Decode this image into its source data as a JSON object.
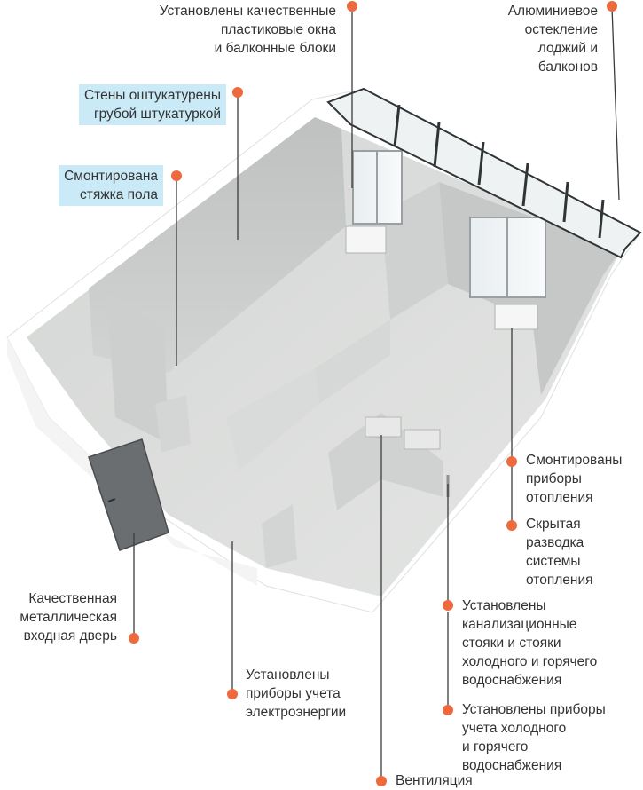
{
  "callouts": {
    "windows": "Установлены качественные\nпластиковые окна\nи балконные блоки",
    "glazing": "Алюминиевое\nостекление\nлоджий и\nбалконов",
    "plaster": "Стены оштукатурены\nгрубой штукатуркой",
    "screed": "Смонтирована\nстяжка пола",
    "radiators": "Смонтированы\nприборы\nотопления",
    "hidden_heating": "Скрытая\nразводка\nсистемы\nотопления",
    "door": "Качественная\nметаллическая\nвходная дверь",
    "sewer": "Установлены\nканализационные\nстояки и стояки\nхолодного и горячего\nводоснабжения",
    "electric_meters": "Установлены\nприборы учета\nэлектроэнергии",
    "water_meters": "Установлены приборы\nучета холодного\nи горячего\nводоснабжения",
    "ventilation": "Вентиляция"
  },
  "colors": {
    "accent_dot": "#ec6a3e",
    "highlight_bg": "#c9eaf6",
    "leader_line": "#3c3c3c",
    "text": "#333333",
    "floor": "#dcdedd",
    "wall_top": "#f2f2f2",
    "wall_inner": "#c8cac9",
    "wall_outer": "#ffffff"
  }
}
